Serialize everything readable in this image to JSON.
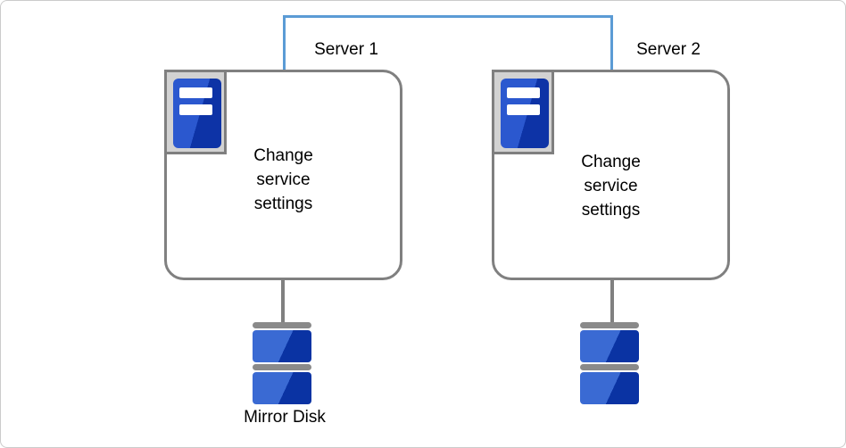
{
  "diagram": {
    "description": "Two-server mirror-disk cluster diagram",
    "link": {
      "type": "network-interconnect",
      "color": "#5b9bd5"
    },
    "nodes": [
      {
        "id": "server1",
        "label": "Server 1",
        "icon": "server-tower-icon",
        "body_lines": [
          "Change",
          "service",
          "settings"
        ]
      },
      {
        "id": "server2",
        "label": "Server 2",
        "icon": "server-tower-icon",
        "body_lines": [
          "Change",
          "service",
          "settings"
        ]
      }
    ],
    "disks": [
      {
        "id": "disk1",
        "icon": "mirror-disk-icon",
        "label": "Mirror Disk"
      },
      {
        "id": "disk2",
        "icon": "mirror-disk-icon",
        "label": ""
      }
    ],
    "colors": {
      "box_border": "#808080",
      "icon_frame_fill": "#d2d2d2",
      "icon_frame_border": "#7f7f7f",
      "server_blue_light": "#2b58cf",
      "server_blue_dark": "#0d33a6",
      "disk_blue_light": "#3a6ad3",
      "disk_blue_dark": "#0a33a3",
      "disk_gray": "#8a8a8a",
      "link_blue": "#5b9bd5",
      "text": "#000000"
    }
  }
}
